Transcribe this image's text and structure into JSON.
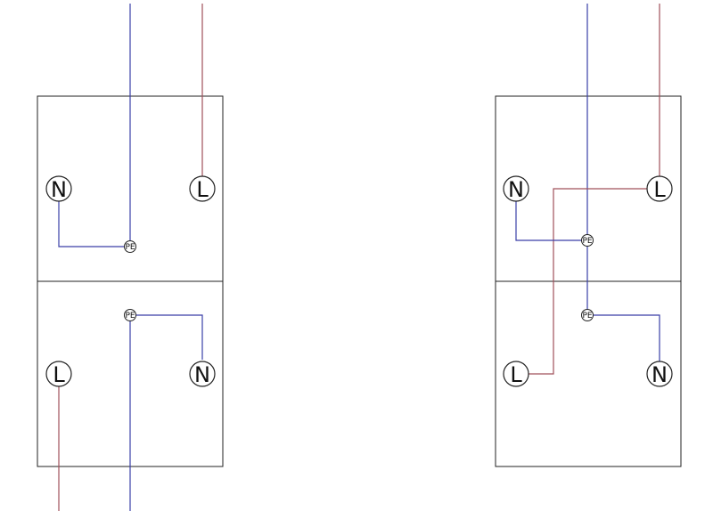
{
  "colors": {
    "neutral_wire": "#3a3fa8",
    "live_wire": "#a0505a",
    "outline": "#222222"
  },
  "labels": {
    "neutral": "N",
    "live": "L",
    "earth": "PE"
  },
  "diagrams": [
    {
      "id": "left-wiring",
      "upper_socket": {
        "left_terminal": "N",
        "right_terminal": "L",
        "earth": "PE"
      },
      "lower_socket": {
        "left_terminal": "L",
        "right_terminal": "N",
        "earth": "PE"
      }
    },
    {
      "id": "right-wiring",
      "upper_socket": {
        "left_terminal": "N",
        "right_terminal": "L",
        "earth": "PE"
      },
      "lower_socket": {
        "left_terminal": "L",
        "right_terminal": "N",
        "earth": "PE"
      }
    }
  ]
}
